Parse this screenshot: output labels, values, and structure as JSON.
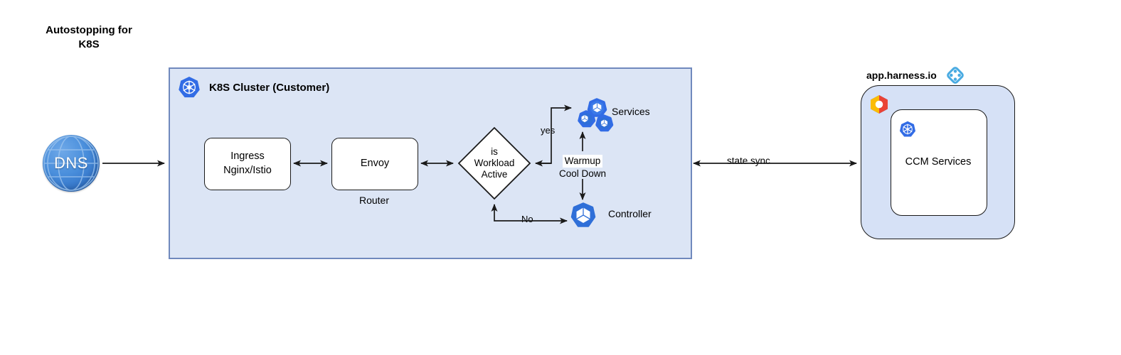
{
  "title": {
    "line1": "Autostopping for",
    "line2": "K8S"
  },
  "dns": {
    "label": "DNS",
    "icon": "globe-icon"
  },
  "cluster": {
    "title": "K8S Cluster (Customer)",
    "icon": "kubernetes-icon",
    "nodes": {
      "ingress": {
        "line1": "Ingress",
        "line2": "Nginx/Istio"
      },
      "envoy": {
        "label": "Envoy",
        "sublabel": "Router"
      },
      "decision": {
        "line1": "is",
        "line2": "Workload",
        "line3": "Active"
      },
      "services": {
        "label": "Services",
        "icon": "k8s-pods-icon"
      },
      "controller": {
        "label": "Controller",
        "icon": "k8s-pod-icon"
      }
    },
    "edges": {
      "yes": "yes",
      "no": "No",
      "warmup": "Warmup",
      "cooldown": "Cool Down"
    }
  },
  "state_sync_label": "state sync",
  "harness": {
    "title": "app.harness.io",
    "logo_icon": "harness-logo-icon",
    "cloud_icon": "google-cloud-icon",
    "inner": {
      "label": "CCM Services",
      "icon": "kubernetes-icon"
    }
  },
  "colors": {
    "cluster_fill": "#dce5f5",
    "cluster_border": "#7089bd",
    "cloud_fill": "#d6e1f6",
    "k8s_blue": "#326ce5",
    "harness_blue": "#4aabe2",
    "dns_blue": "#3f82d0",
    "line": "#1a1a1a"
  }
}
